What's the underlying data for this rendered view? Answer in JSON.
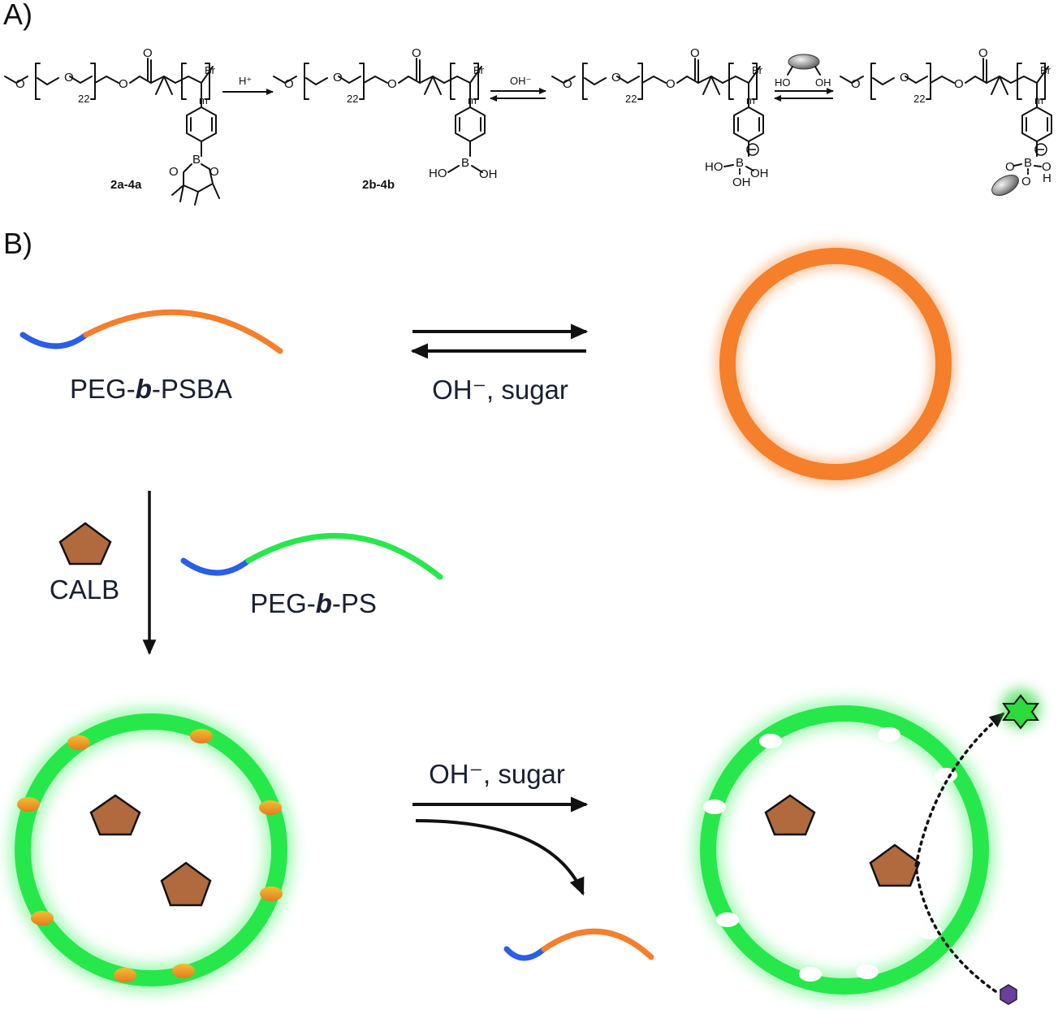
{
  "panel_a": {
    "label": "A)",
    "compound_labels": [
      "2a-4a",
      "2b-4b"
    ],
    "arrow_labels": {
      "step1": "H⁺",
      "step2": "OH⁻"
    },
    "atoms": {
      "o": "O",
      "br": "Br",
      "b": "B",
      "ho": "HO",
      "oh": "OH",
      "h": "H",
      "m": "m",
      "n22": "22"
    }
  },
  "panel_b": {
    "label": "B)",
    "polymer_top": "PEG-b-PSBA",
    "polymer_top_parts": [
      "PEG-",
      "b",
      "-PSBA"
    ],
    "reagent_top": "OH⁻, sugar",
    "enzyme": "CALB",
    "polymer_mid": "PEG-b-PS",
    "polymer_mid_parts": [
      "PEG-",
      "b",
      "-PS"
    ],
    "reagent_bottom": "OH⁻, sugar"
  },
  "colors": {
    "peg_block": "#2a5ee8",
    "psba_block": "#f57f2a",
    "ps_block": "#27e84a",
    "enzyme": "#b06a3e",
    "substrate": "#6a3fa0",
    "product": "#2bdc3a"
  }
}
